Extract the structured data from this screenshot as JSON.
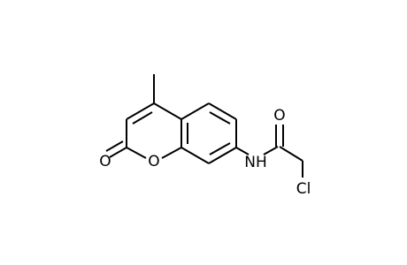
{
  "molecule": {
    "atom_labels": {
      "carbonyl_o_lactone": "O",
      "ring_o": "O",
      "nh": "NH",
      "amide_o": "O",
      "cl": "Cl"
    },
    "colors": {
      "bond": "#000000",
      "label": "#000000",
      "background": "#ffffff"
    }
  }
}
